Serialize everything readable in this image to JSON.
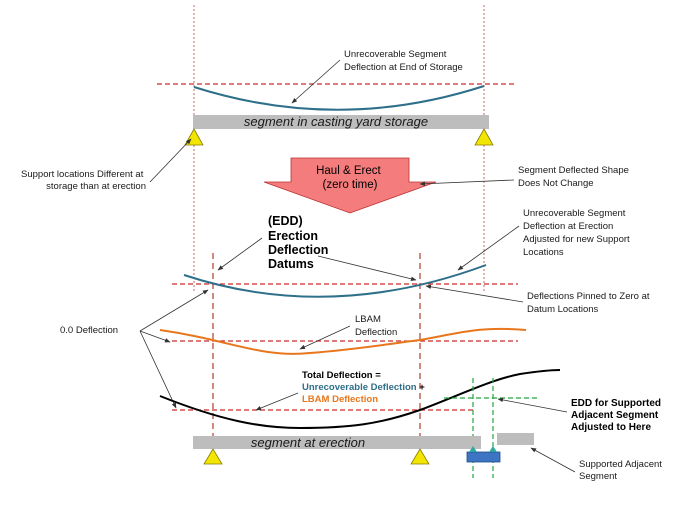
{
  "labels": {
    "unrecoverable_storage": [
      "Unrecoverable Segment",
      "Deflection at End of Storage"
    ],
    "casting_yard": "segment in casting yard storage",
    "support_locations": [
      "Support locations Different at",
      "storage than at erection"
    ],
    "haul_erect": [
      "Haul & Erect",
      "(zero time)"
    ],
    "segment_shape": [
      "Segment Deflected Shape",
      "Does Not Change"
    ],
    "edd_title": [
      "(EDD)",
      "Erection",
      "Deflection",
      "Datums"
    ],
    "unrecoverable_erection": [
      "Unrecoverable Segment",
      "Deflection at Erection",
      "Adjusted for new Support",
      "Locations"
    ],
    "pinned_zero": [
      "Deflections Pinned to Zero at",
      "Datum Locations"
    ],
    "zero_deflection": "0.0 Deflection",
    "lbam": [
      "LBAM",
      "Deflection"
    ],
    "total_deflection": "Total Deflection =",
    "total_unrecoverable": "Unrecoverable Deflection",
    "total_plus": " +",
    "total_lbam": "LBAM Deflection",
    "edd_supported": [
      "EDD for Supported",
      "Adjacent Segment",
      "Adjusted to Here"
    ],
    "segment_erection": "segment at erection",
    "supported_adjacent": [
      "Supported Adjacent",
      "Segment"
    ]
  },
  "colors": {
    "teal": "#2e6f8a",
    "orange": "#e8761c",
    "red_dash": "#cc2a2a",
    "arrow_fill": "#f47c7c",
    "support": "#f2e600",
    "green": "#1fa83a",
    "blue_block": "#3d74c4",
    "grey_bar": "#bdbdbd"
  }
}
